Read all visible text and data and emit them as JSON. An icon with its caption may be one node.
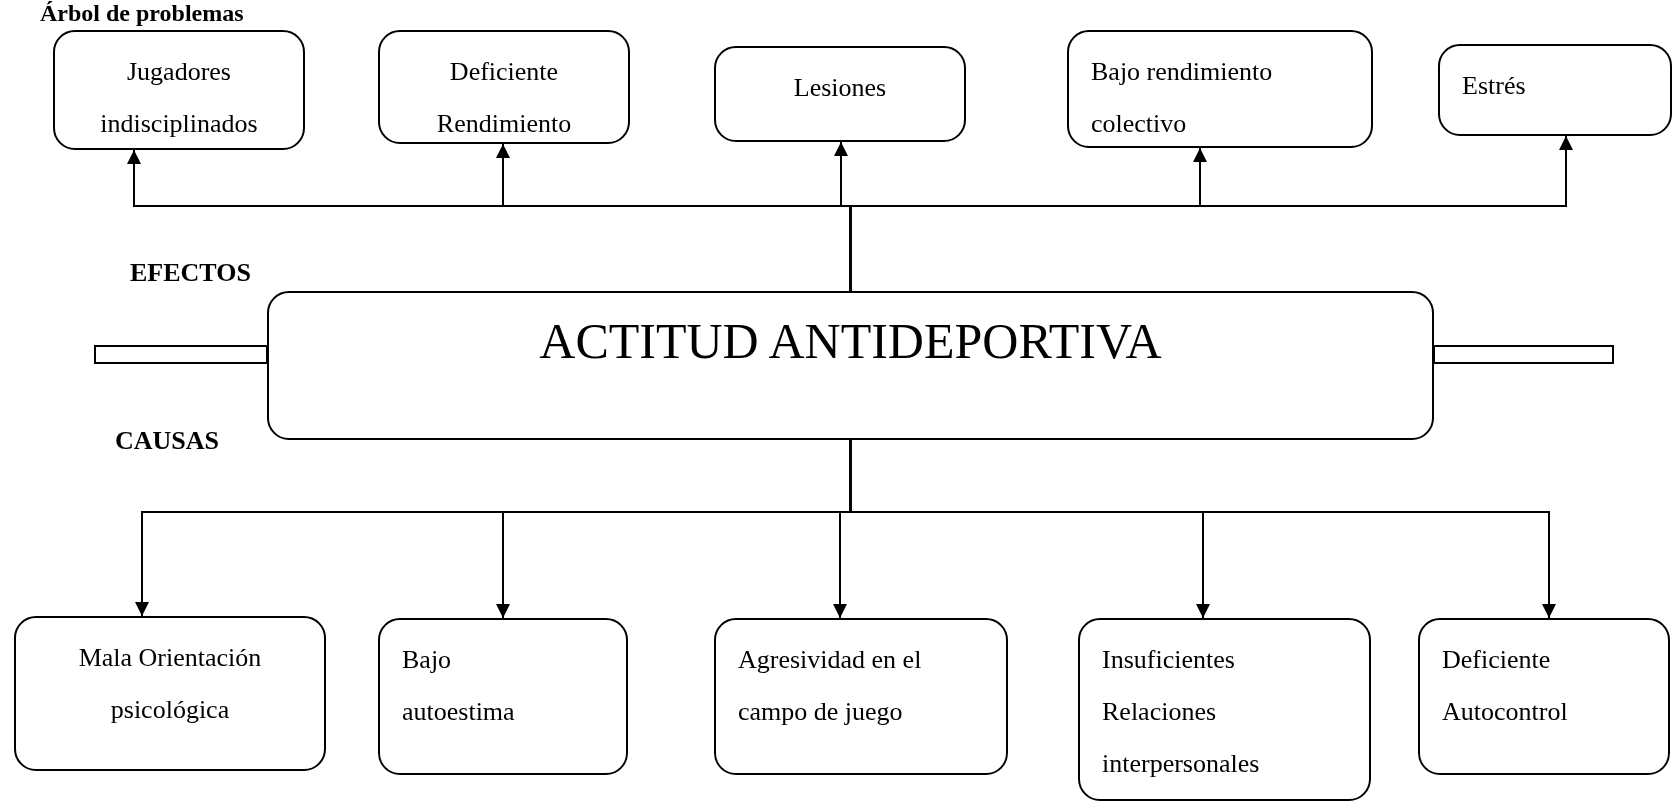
{
  "diagram": {
    "title": "Árbol de problemas",
    "nodes": [
      {
        "text": [
          "ACTITUD ANTIDEPORTIVA"
        ]
      },
      {
        "text": [
          "Jugadores indisciplinados"
        ]
      },
      {
        "text": [
          "Deficiente Rendimiento"
        ]
      },
      {
        "text": [
          "Lesiones"
        ]
      },
      {
        "text": [
          "Bajo rendimiento colectivo"
        ]
      },
      {
        "text": [
          "Estrés"
        ]
      },
      {
        "text": [
          "Mala Orientación psicológica"
        ]
      },
      {
        "text": [
          "Bajo autoestima"
        ]
      },
      {
        "text": [
          "Agresividad en el campo de juego"
        ]
      },
      {
        "text": [
          "Insuficientes Relaciones interpersonales"
        ]
      },
      {
        "text": [
          "Deficiente Autocontrol"
        ]
      },
      {
        "text": [],
        "shape": "bar"
      },
      {
        "text": [],
        "shape": "bar"
      }
    ],
    "edges": [
      {
        "from": 0,
        "to": 1,
        "arrow": "to"
      },
      {
        "from": 0,
        "to": 2,
        "arrow": "to"
      },
      {
        "from": 0,
        "to": 3,
        "arrow": "to"
      },
      {
        "from": 0,
        "to": 4,
        "arrow": "to"
      },
      {
        "from": 0,
        "to": 5,
        "arrow": "to"
      },
      {
        "from": 0,
        "to": 6,
        "arrow": "to"
      },
      {
        "from": 0,
        "to": 7,
        "arrow": "to"
      },
      {
        "from": 0,
        "to": 8,
        "arrow": "to"
      },
      {
        "from": 0,
        "to": 9,
        "arrow": "to"
      },
      {
        "from": 0,
        "to": 10,
        "arrow": "to"
      }
    ],
    "labels": [
      "EFECTOS",
      "CAUSAS"
    ]
  }
}
